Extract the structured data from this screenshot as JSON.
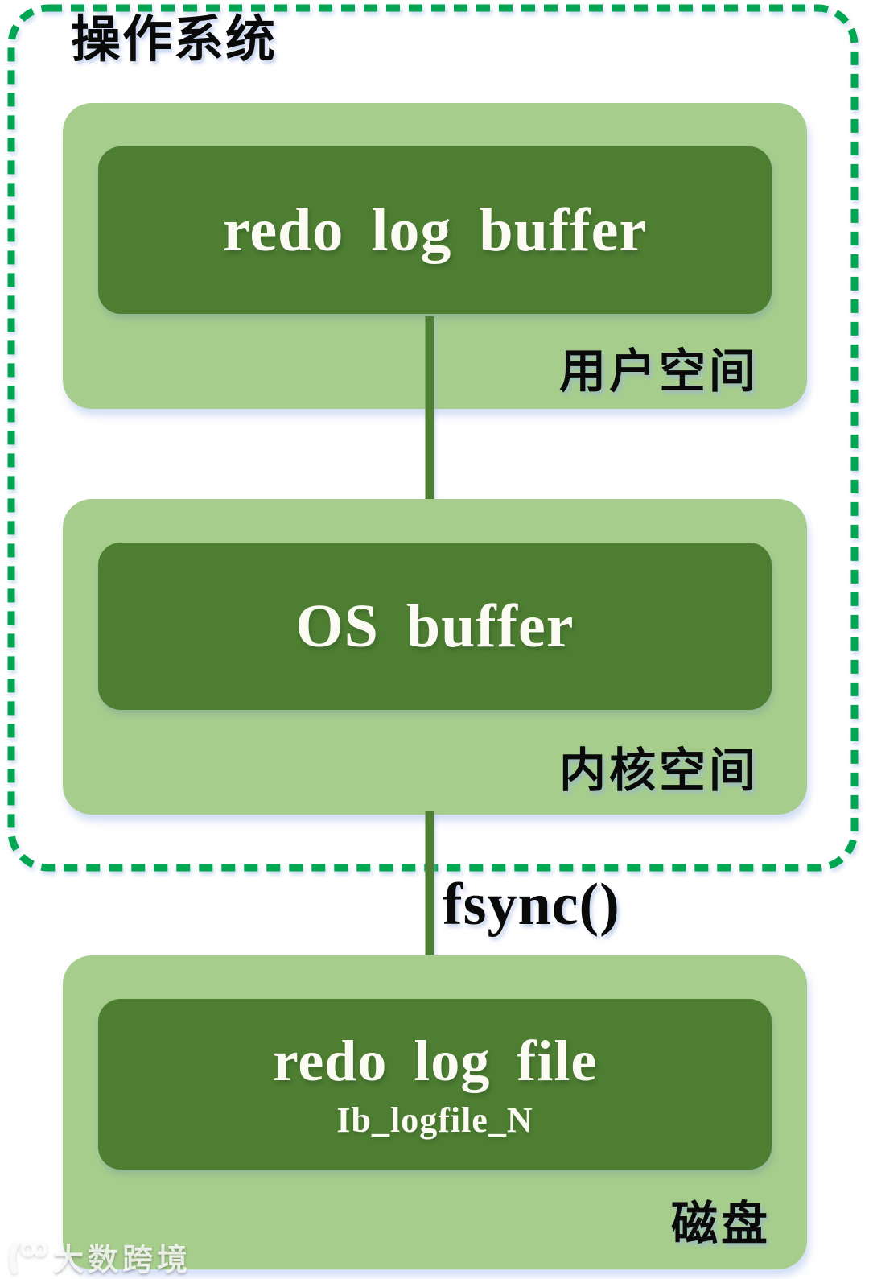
{
  "colors": {
    "page_bg": "#ffffff",
    "region_green": "#a7cd8d",
    "block_green": "#4d7e31",
    "dashed_green": "#00a651",
    "arrow_green": "#4d7e31",
    "label_black": "#0a0a0a",
    "block_text_white": "#fbfbf3"
  },
  "os_container": {
    "title": "操作系统",
    "user_space": {
      "block_label": "redo log buffer",
      "region_label": "用户空间"
    },
    "kernel_space": {
      "block_label": "OS buffer",
      "region_label": "内核空间"
    }
  },
  "flow": {
    "fsync_label": "fsync()"
  },
  "disk": {
    "block_label": "redo log file",
    "block_sublabel": "Ib_logfile_N",
    "region_label": "磁盘"
  },
  "watermark": {
    "brand": "大数跨境"
  },
  "icons": {
    "flow_arrow": "arrow-down-icon",
    "brand_logo": "brand-logo-icon"
  }
}
